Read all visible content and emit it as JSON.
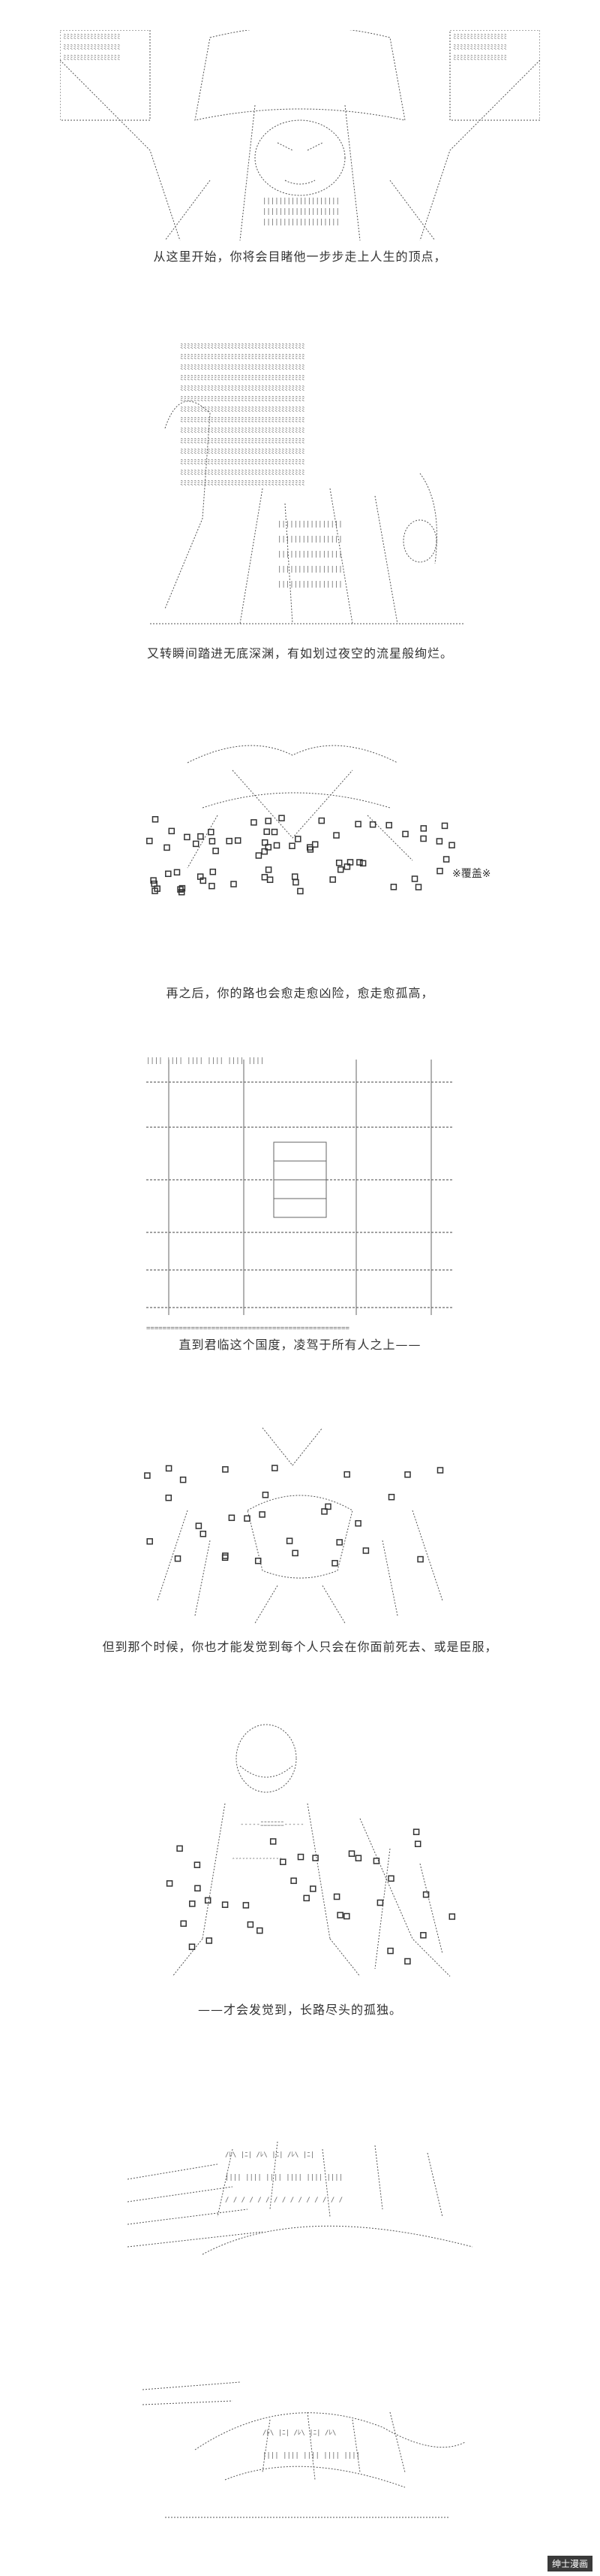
{
  "panels": [
    {
      "caption": "从这里开始，你将会目睹他一步步走上人生的顶点，"
    },
    {
      "caption": "又转瞬间踏进无底深渊，有如划过夜空的流星般绚烂。"
    },
    {
      "caption": "再之后，你的路也会愈走愈凶险，愈走愈孤高，",
      "side_label": "※覆盖※"
    },
    {
      "caption": "直到君临这个国度，凌驾于所有人之上——"
    },
    {
      "caption": "但到那个时候，你也才能发觉到每个人只会在你面前死去、或是臣服，"
    },
    {
      "caption": "——才会发觉到，长路尽头的孤独。"
    },
    {
      "caption": ""
    },
    {
      "caption": ""
    }
  ],
  "watermark": {
    "text": "绅士漫画"
  }
}
